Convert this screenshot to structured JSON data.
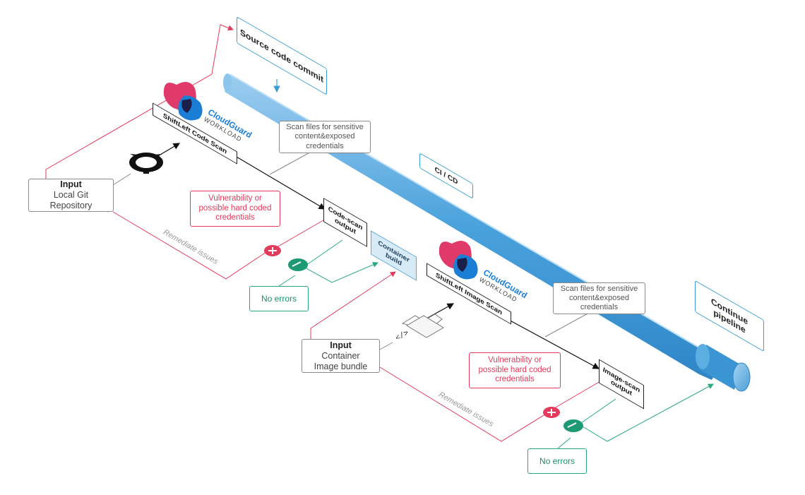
{
  "nodes": {
    "source_commit": "Source code commit",
    "ci_cd": "CI / CD",
    "scan_files_1": "Scan files for sensitive content&exposed credentials",
    "scan_files_2": "Scan files for sensitive content&exposed credentials",
    "input_git": {
      "title": "Input",
      "line1": "Local Git",
      "line2": "Repository"
    },
    "input_container": {
      "title": "Input",
      "line1": "Container",
      "line2": "Image bundle"
    },
    "shiftleft_code": "ShiftLeft Code Scan",
    "shiftleft_image": "ShiftLeft Image Scan",
    "code_scan_output": "Code-scan output",
    "image_scan_output": "Image-scan output",
    "container_build": "Container build",
    "vuln_1": "Vulnerability or possible hard coded credentials",
    "vuln_2": "Vulnerability or possible hard coded credentials",
    "no_errors_1": "No errors",
    "no_errors_2": "No errors",
    "remediate_1": "Remediate issues",
    "remediate_2": "Remediate issues",
    "continue_pipeline": "Continue pipeline"
  },
  "logos": {
    "logo_1": {
      "title": "CloudGuard",
      "subtitle": "WORKLOAD"
    },
    "logo_2": {
      "title": "CloudGuard",
      "subtitle": "WORKLOAD"
    }
  },
  "glyphs": {
    "code_tag": "</>"
  },
  "colors": {
    "pipe": "#4aa2dc",
    "red": "#e23b5b",
    "green": "#27a882",
    "blue_accent": "#3a9ed6",
    "gray_line": "#8a8a8a"
  }
}
